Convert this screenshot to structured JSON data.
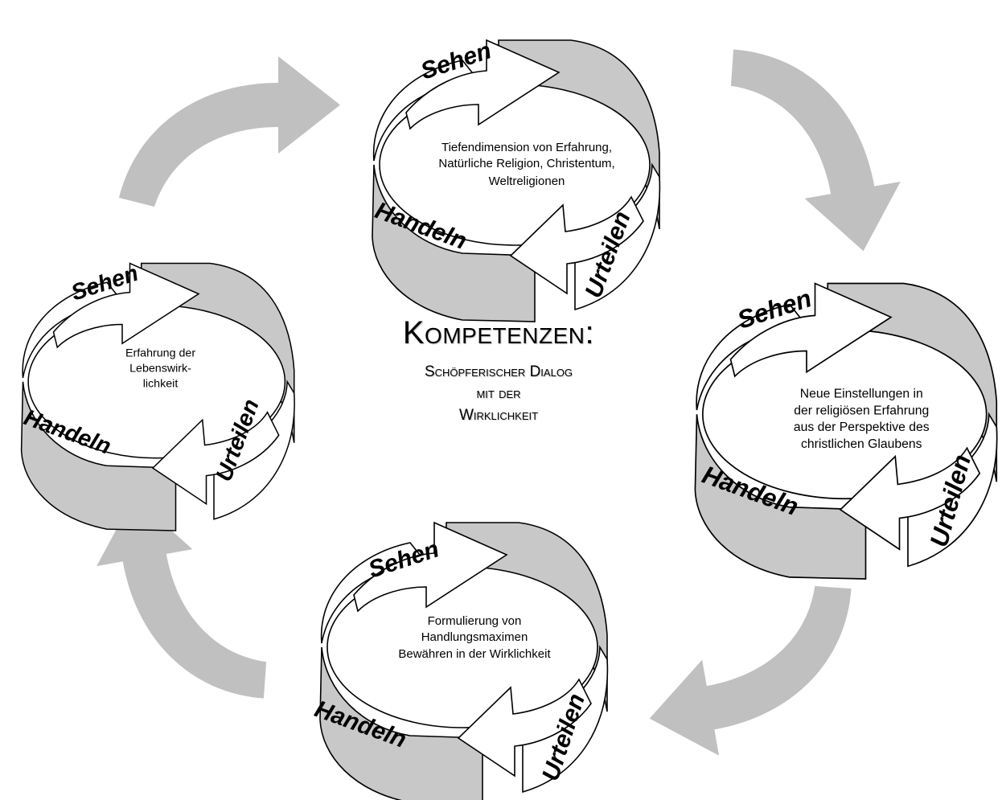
{
  "diagram": {
    "title": "Kompetenzen:",
    "subtitle_lines": [
      "Schöpferischer Dialog",
      "mit der",
      "Wirklichkeit"
    ],
    "cycle_labels": {
      "see": "Sehen",
      "judge": "Urteilen",
      "act": "Handeln"
    },
    "colors": {
      "band_gray": "#c8c8c8",
      "connector_gray": "#c0c0c0",
      "outline": "#000000",
      "background": "#ffffff"
    },
    "nodes": [
      {
        "id": "top",
        "lines": [
          "Tiefendimension von Erfahrung,",
          "Natürliche Religion, Christentum,",
          "Weltreligionen"
        ]
      },
      {
        "id": "right",
        "lines": [
          "Neue Einstellungen in",
          "der religiösen Erfahrung",
          "aus der Perspektive des",
          "christlichen Glaubens"
        ]
      },
      {
        "id": "bottom",
        "lines": [
          "Formulierung von",
          "Handlungsmaximen",
          "Bewähren in der Wirklichkeit"
        ]
      },
      {
        "id": "left",
        "lines": [
          "Erfahrung der",
          "Lebenswirk-",
          "lichkeit"
        ]
      }
    ]
  }
}
